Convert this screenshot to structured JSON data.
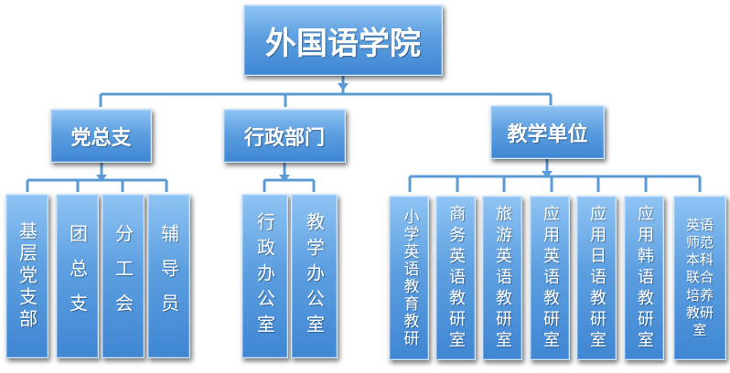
{
  "root": {
    "label": "外国语学院"
  },
  "level2": [
    {
      "label": "党总支"
    },
    {
      "label": "行政部门"
    },
    {
      "label": "教学单位"
    }
  ],
  "party_units": [
    {
      "label": "基层党支部"
    },
    {
      "label": "团总支"
    },
    {
      "label": "分工会"
    },
    {
      "label": "辅导员"
    }
  ],
  "admin_units": [
    {
      "label": "行政办公室"
    },
    {
      "label": "教学办公室"
    }
  ],
  "teaching_units": [
    {
      "label": "小学英语教育教研"
    },
    {
      "label": "商务英语教研室"
    },
    {
      "label": "旅游英语教研室"
    },
    {
      "label": "应用英语教研室"
    },
    {
      "label": "应用日语教研室"
    },
    {
      "label": "应用韩语教研室"
    },
    {
      "label": "英语师范本科联合培养教研室"
    }
  ],
  "colors": {
    "box_top": "#8fc4f4",
    "box_bottom": "#3f86d3",
    "connector": "#5b9bd5",
    "text": "#ffffff"
  }
}
